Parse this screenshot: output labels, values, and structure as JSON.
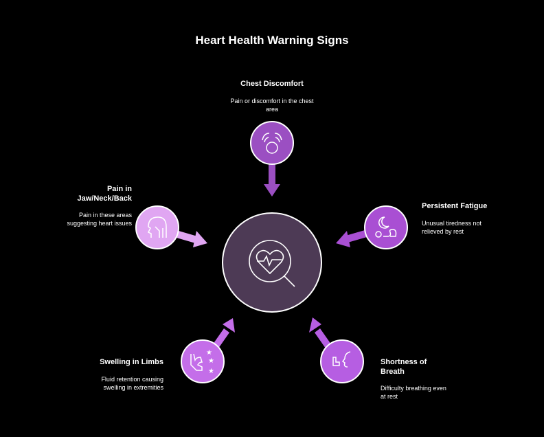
{
  "title": "Heart Health Warning Signs",
  "center": {
    "icon": "heart-magnifier-icon",
    "color": "#4d3a55"
  },
  "signs": [
    {
      "label": "Chest Discomfort",
      "description": "Pain or discomfort in the chest area",
      "icon": "chest-hands-icon",
      "color": "#9b4fc2"
    },
    {
      "label": "Persistent Fatigue",
      "description": "Unusual tiredness not relieved by rest",
      "icon": "sleep-moon-icon",
      "color": "#a94fd3"
    },
    {
      "label": "Shortness of Breath",
      "description": "Difficulty breathing even at rest",
      "icon": "inhaler-face-icon",
      "color": "#b65ee2"
    },
    {
      "label": "Swelling in Limbs",
      "description": "Fluid retention causing swelling in extremities",
      "icon": "swollen-limb-icon",
      "color": "#c46ee9"
    },
    {
      "label": "Pain in Jaw/Neck/Back",
      "description": "Pain in these areas suggesting heart issues",
      "icon": "head-neck-icon",
      "color": "#e0a6f2"
    }
  ]
}
